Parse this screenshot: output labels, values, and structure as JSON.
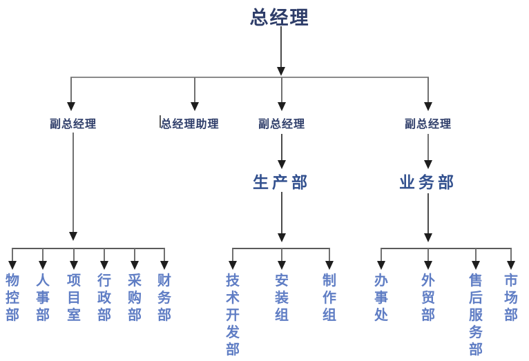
{
  "org": {
    "root": "总经理",
    "level2": [
      "副总经理",
      "总经理助理",
      "副总经理",
      "副总经理"
    ],
    "departments": [
      "生产部",
      "业务部"
    ],
    "admin_children": [
      "物控部",
      "人事部",
      "项目室",
      "行政部",
      "采购部",
      "财务部"
    ],
    "production_children": [
      "技术开发部",
      "安装组",
      "制作组"
    ],
    "business_children": [
      "办事处",
      "外贸部",
      "售后服务部",
      "市场部"
    ],
    "colors": {
      "root_text": "#2e3d69",
      "manager_text": "#2e3d69",
      "department_text": "#32508e",
      "leaf_text": "#5f7dc4",
      "line": "#707070",
      "arrowhead": "#1e1e1e"
    }
  }
}
